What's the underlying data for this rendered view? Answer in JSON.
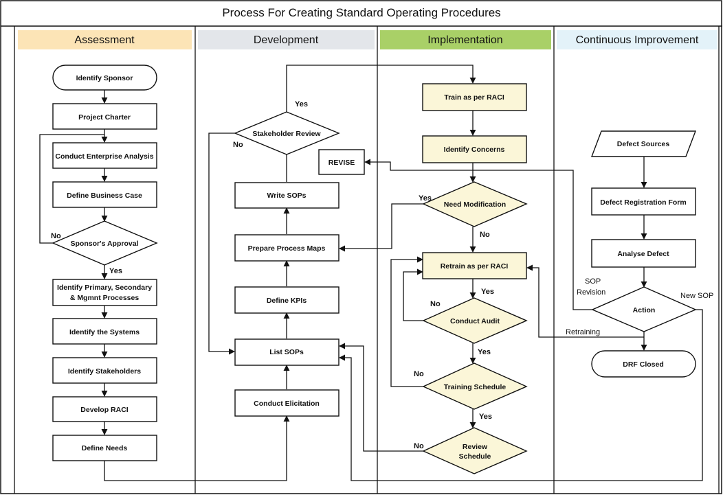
{
  "title": "Process For Creating Standard Operating Procedures",
  "lanes": {
    "assessment": "Assessment",
    "development": "Development",
    "implementation": "Implementation",
    "continuous": "Continuous Improvement"
  },
  "colors": {
    "assessment_header": "#fce4b6",
    "development_header": "#e3e6ea",
    "implementation_header": "#a9d067",
    "continuous_header": "#e3f2f9",
    "implementation_node": "#fbf6d8",
    "default_node": "#ffffff",
    "stroke": "#111111"
  },
  "nodes": {
    "identify_sponsor": "Identify Sponsor",
    "project_charter": "Project Charter",
    "conduct_enterprise_analysis": "Conduct Enterprise Analysis",
    "define_business_case": "Define Business Case",
    "sponsors_approval": "Sponsor's Approval",
    "identify_processes_1": "Identify Primary, Secondary",
    "identify_processes_2": "& Mgmnt Processes",
    "identify_systems": "Identify the Systems",
    "identify_stakeholders": "Identify Stakeholders",
    "develop_raci": "Develop RACI",
    "define_needs": "Define Needs",
    "stakeholder_review": "Stakeholder Review",
    "write_sops": "Write SOPs",
    "prepare_process_maps": "Prepare Process Maps",
    "define_kpis": "Define KPIs",
    "list_sops": "List SOPs",
    "conduct_elicitation": "Conduct Elicitation",
    "revise": "REVISE",
    "train_raci": "Train as per RACI",
    "identify_concerns": "Identify Concerns",
    "need_modification": "Need Modification",
    "retrain_raci": "Retrain as per RACI",
    "conduct_audit": "Conduct Audit",
    "training_schedule": "Training Schedule",
    "review_schedule_1": "Review",
    "review_schedule_2": "Schedule",
    "defect_sources": "Defect Sources",
    "defect_registration_form": "Defect Registration Form",
    "analyse_defect": "Analyse Defect",
    "action": "Action",
    "drf_closed": "DRF Closed"
  },
  "edge_labels": {
    "yes": "Yes",
    "no": "No",
    "sop": "SOP",
    "revision": "Revision",
    "new_sop": "New SOP",
    "retraining": "Retraining"
  }
}
